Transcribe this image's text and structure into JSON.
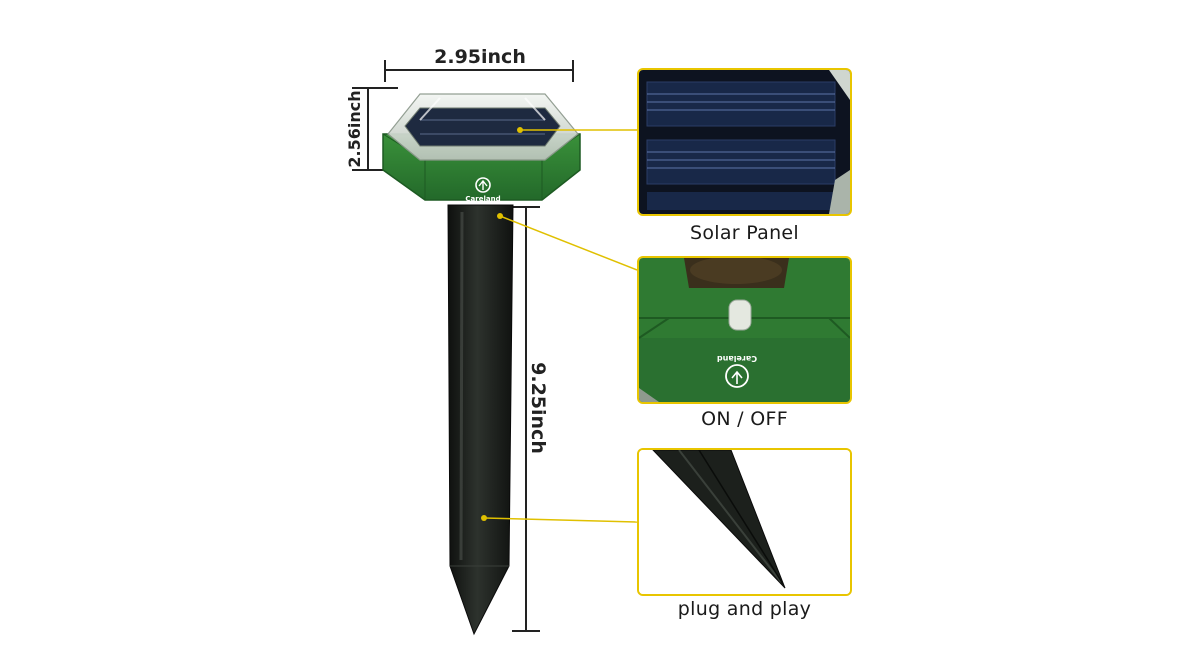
{
  "dimensions": {
    "width_label": "2.95inch",
    "cap_height_label": "2.56inch",
    "length_label": "9.25inch"
  },
  "brand": {
    "logo_text": "Careland"
  },
  "callouts": [
    {
      "label": "Solar Panel"
    },
    {
      "label": "ON / OFF"
    },
    {
      "label": "plug and play"
    }
  ],
  "colors": {
    "housing_green": "#2e7d2e",
    "stake_black": "#1c1f1c",
    "callout_yellow": "#e8c500",
    "leader_line": "#e0c000"
  }
}
